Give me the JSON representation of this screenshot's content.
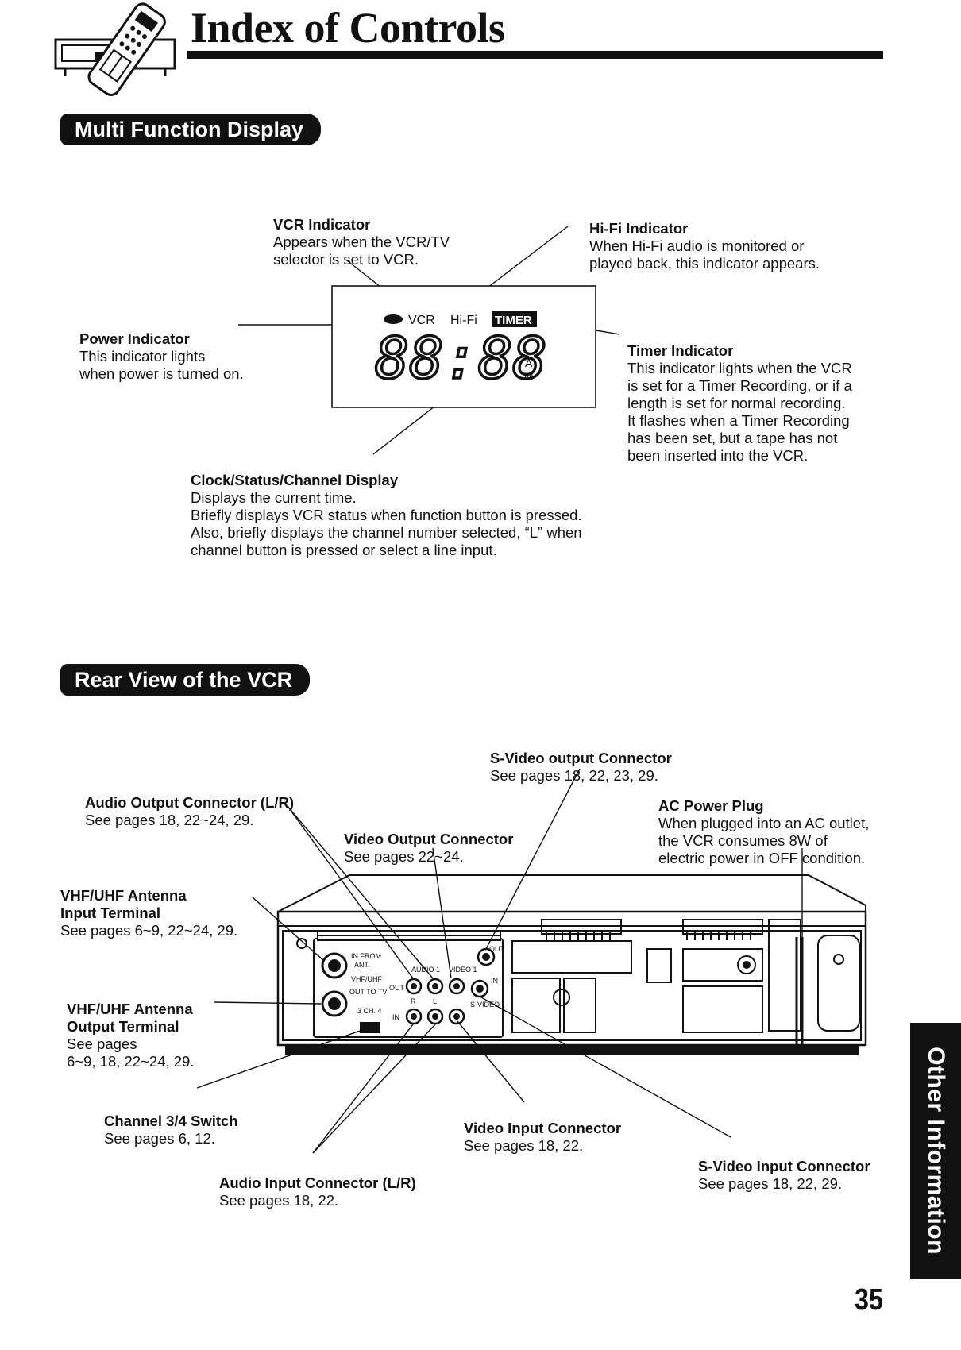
{
  "header": {
    "title": "Index of Controls"
  },
  "sections": {
    "display": "Multi Function Display",
    "rear": "Rear View of the VCR"
  },
  "display": {
    "vcr_indicator": {
      "title": "VCR Indicator",
      "text": "Appears when the VCR/TV\nselector is set to VCR."
    },
    "hifi_indicator": {
      "title": "Hi-Fi Indicator",
      "text": "When Hi-Fi audio is monitored or\nplayed back, this indicator appears."
    },
    "power_indicator": {
      "title": "Power Indicator",
      "text": "This indicator lights\nwhen power is turned on."
    },
    "timer_indicator": {
      "title": "Timer Indicator",
      "text": "This indicator lights when the VCR\nis set for a Timer Recording, or if a\nlength is set for normal recording.\nIt flashes when a Timer Recording\nhas been set, but a tape has not\nbeen inserted into the VCR."
    },
    "clock_display": {
      "title": "Clock/Status/Channel Display",
      "text": "Displays the current time.\nBriefly displays VCR status when function button is pressed.\nAlso, briefly displays the channel number selected, “L” when\nchannel button is pressed or select a line input."
    },
    "lcd": {
      "vcr": "VCR",
      "hifi": "Hi-Fi",
      "timer": "TIMER",
      "digits": "88:88",
      "am": "A",
      "pm": "M"
    }
  },
  "rear": {
    "svideo_out": {
      "title": "S-Video output Connector",
      "text": "See pages 18, 22, 23, 29."
    },
    "audio_out": {
      "title": "Audio Output Connector (L/R)",
      "text": "See pages 18, 22~24, 29."
    },
    "video_out": {
      "title": "Video Output Connector",
      "text": "See pages 22~24."
    },
    "ac_plug": {
      "title": "AC Power Plug",
      "text": "When plugged into an AC outlet,\nthe VCR consumes 8W of\nelectric power in OFF condition."
    },
    "antenna_in": {
      "title": "VHF/UHF Antenna\nInput Terminal",
      "text": "See pages 6~9, 22~24, 29."
    },
    "antenna_out": {
      "title": "VHF/UHF Antenna\nOutput Terminal",
      "text": "See pages\n6~9, 18, 22~24, 29."
    },
    "ch_switch": {
      "title": "Channel 3/4 Switch",
      "text": "See pages 6, 12."
    },
    "video_in": {
      "title": "Video Input Connector",
      "text": "See pages 18, 22."
    },
    "svideo_in": {
      "title": "S-Video Input Connector",
      "text": "See pages 18, 22, 29."
    },
    "audio_in": {
      "title": "Audio Input Connector (L/R)",
      "text": "See pages 18, 22."
    },
    "panel": {
      "in_from_ant": "IN FROM\nANT.",
      "vhf_uhf": "VHF/UHF",
      "out_to_tv": "OUT TO TV",
      "ch34": "3 CH. 4",
      "audio": "AUDIO 1",
      "video": "VIDEO 1",
      "out": "OUT",
      "in": "IN",
      "r": "R",
      "l": "L",
      "svideo": "S-VIDEO"
    }
  },
  "side_tab": "Other Information",
  "page_number": "35"
}
